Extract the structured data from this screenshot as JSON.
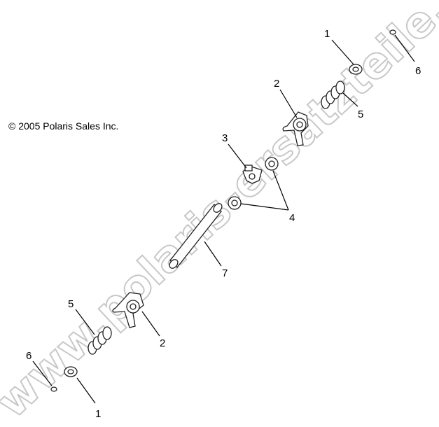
{
  "copyright": "© 2005 Polaris Sales Inc.",
  "watermark": "www.polaris-ersatzteile.de",
  "callouts": [
    {
      "part": "washer",
      "label": "1"
    },
    {
      "part": "snap-ring",
      "label": "6"
    },
    {
      "part": "shift-fork",
      "label": "2"
    },
    {
      "part": "spring",
      "label": "5"
    },
    {
      "part": "shift-fork-center",
      "label": "3"
    },
    {
      "part": "bushing",
      "label": "4"
    },
    {
      "part": "shaft",
      "label": "7"
    },
    {
      "part": "spring",
      "label": "5"
    },
    {
      "part": "shift-fork",
      "label": "2"
    },
    {
      "part": "snap-ring",
      "label": "6"
    },
    {
      "part": "washer",
      "label": "1"
    }
  ]
}
